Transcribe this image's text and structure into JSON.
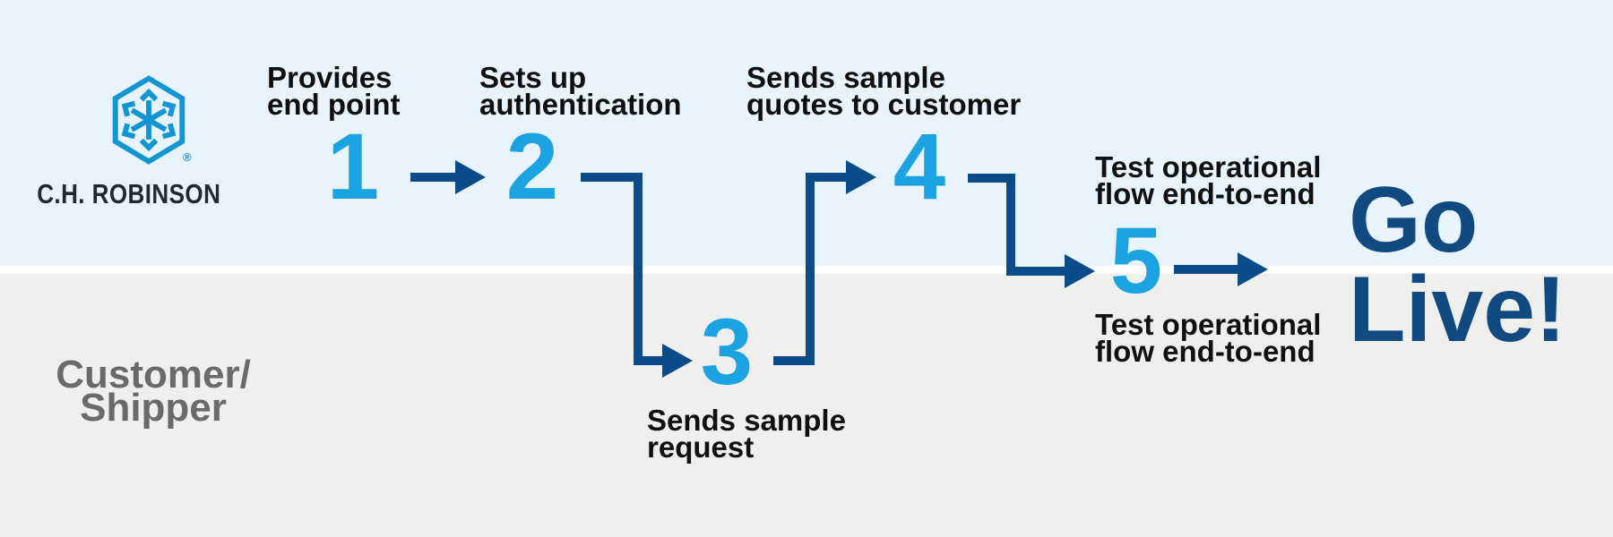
{
  "brand": {
    "wordmark": "C.H. ROBINSON",
    "registered_mark": "®",
    "logo_icon": "hexagon-arrows-logo"
  },
  "lanes": {
    "top_actor": "C.H. Robinson",
    "bottom_label": "Customer/\nShipper"
  },
  "steps": [
    {
      "number": "1",
      "label": "Provides\nend point",
      "lane": "top"
    },
    {
      "number": "2",
      "label": "Sets up\nauthentication",
      "lane": "top"
    },
    {
      "number": "3",
      "label": "Sends sample\nrequest",
      "lane": "bottom"
    },
    {
      "number": "4",
      "label": "Sends sample\nquotes to customer",
      "lane": "top"
    },
    {
      "number": "5",
      "label_above": "Test operational\nflow end-to-end",
      "label_below": "Test operational\nflow end-to-end",
      "lane": "both"
    }
  ],
  "outcome": {
    "text": "Go\nLive!"
  },
  "connectors": [
    "arrow-1-to-2",
    "elbow-2-down-to-3",
    "elbow-3-up-to-4",
    "elbow-4-down-to-5",
    "arrow-5-to-golive"
  ],
  "colors": {
    "bg_top": "#e9f3fb",
    "bg_bottom": "#eff0ee",
    "divider": "#ffffff",
    "accent": "#1aa3e0",
    "logo_blue": "#1195d3",
    "navy": "#0a4b8a",
    "golive": "#114a80",
    "label": "#101010",
    "customer": "#6a6a6a",
    "wordmark": "#1c2a33"
  }
}
